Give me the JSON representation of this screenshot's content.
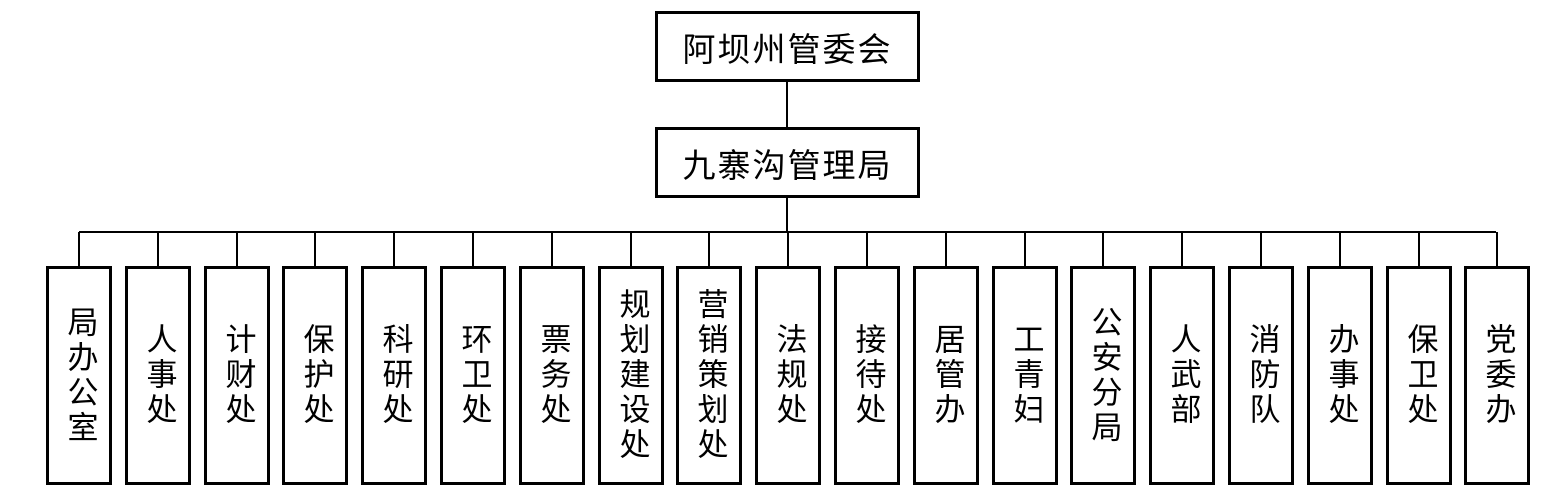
{
  "root": {
    "label": "阿坝州管委会"
  },
  "bureau": {
    "label": "九寨沟管理局"
  },
  "departments": [
    {
      "label": "局办公室"
    },
    {
      "label": "人事处"
    },
    {
      "label": "计财处"
    },
    {
      "label": "保护处"
    },
    {
      "label": "科研处"
    },
    {
      "label": "环卫处"
    },
    {
      "label": "票务处"
    },
    {
      "label": "规划建设处"
    },
    {
      "label": "营销策划处"
    },
    {
      "label": "法规处"
    },
    {
      "label": "接待处"
    },
    {
      "label": "居管办"
    },
    {
      "label": "工青妇"
    },
    {
      "label": "公安分局"
    },
    {
      "label": "人武部"
    },
    {
      "label": "消防队"
    },
    {
      "label": "办事处"
    },
    {
      "label": "保卫处"
    },
    {
      "label": "党委办"
    }
  ]
}
